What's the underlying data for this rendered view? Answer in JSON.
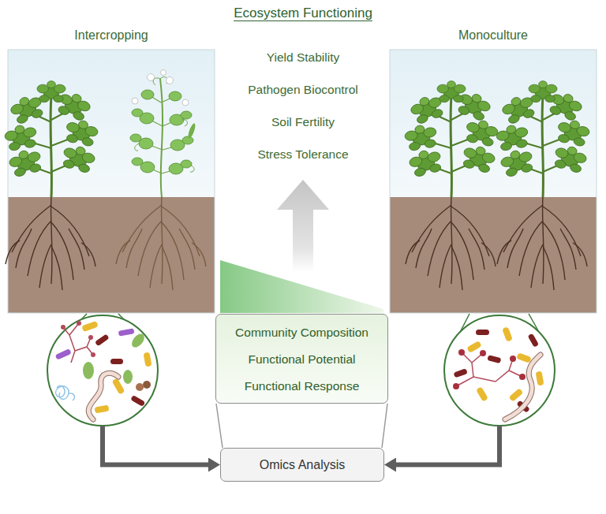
{
  "diagram": {
    "title": "Ecosystem Functioning",
    "nodes": [
      {
        "text": [
          "Intercropping"
        ]
      },
      {
        "text": [
          "Monoculture"
        ]
      },
      {
        "text": [
          "Community Composition",
          "Functional Potential",
          "Functional Response"
        ]
      },
      {
        "text": [
          "Omics Analysis"
        ]
      }
    ],
    "edges": [
      {
        "from": 0,
        "to": 3,
        "arrow": "to"
      },
      {
        "from": 1,
        "to": 3,
        "arrow": "to"
      },
      {
        "from": 2,
        "to": 3,
        "arrow": "none"
      }
    ],
    "labels": [
      "Yield Stability",
      "Pathogen Biocontrol",
      "Soil Fertility",
      "Stress Tolerance"
    ]
  }
}
